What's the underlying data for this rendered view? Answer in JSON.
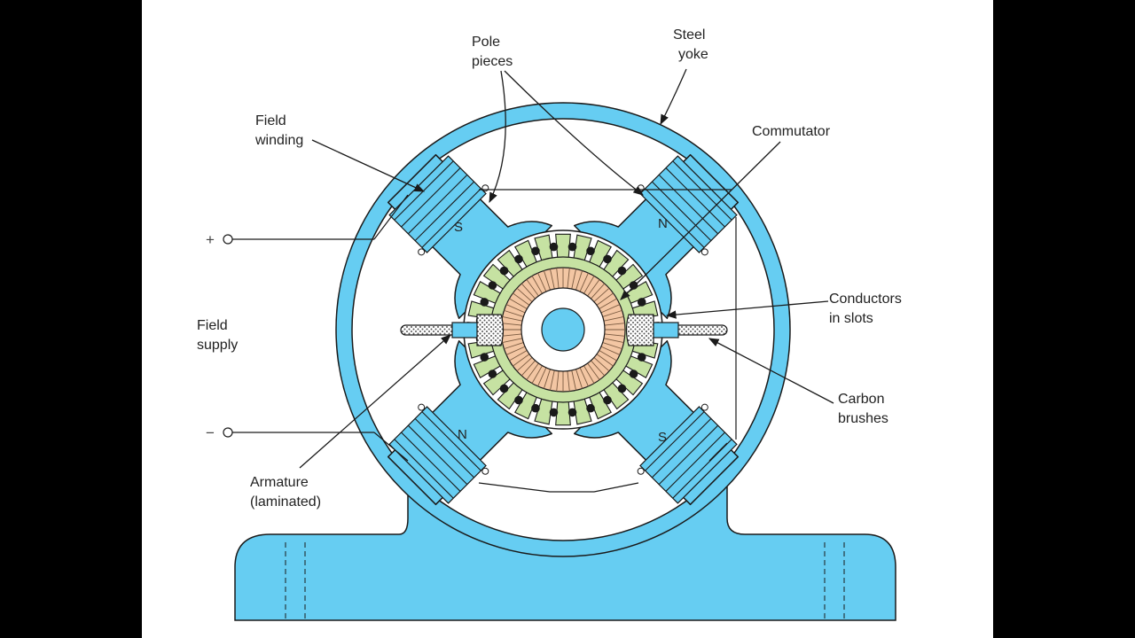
{
  "colors": {
    "iron": "#66cdf2",
    "armature": "#c6e2a2",
    "commutator": "#f3c6a3",
    "outline": "#1a1a1a",
    "background": "#000000",
    "panel": "#ffffff"
  },
  "labels": {
    "pole_pieces": [
      "Pole",
      "pieces"
    ],
    "steel_yoke": [
      "Steel",
      "yoke"
    ],
    "field_winding": [
      "Field",
      "winding"
    ],
    "commutator": "Commutator",
    "conductors": [
      "Conductors",
      "in slots"
    ],
    "field_supply": [
      "Field",
      "supply"
    ],
    "carbon_brushes": [
      "Carbon",
      "brushes"
    ],
    "armature": [
      "Armature",
      "(laminated)"
    ],
    "plus": "+",
    "minus": "−"
  },
  "poles": {
    "top_left": "S",
    "top_right": "N",
    "bottom_left": "N",
    "bottom_right": "S"
  }
}
